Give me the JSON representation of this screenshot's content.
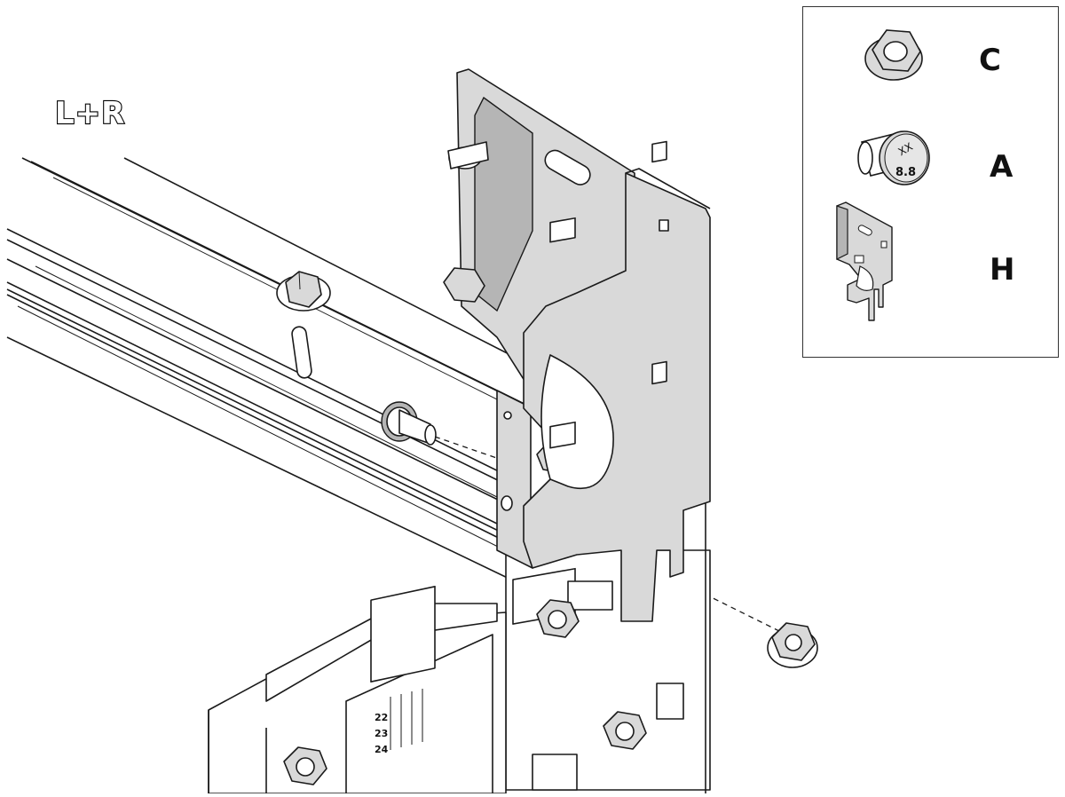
{
  "assembly_label": "L+R",
  "legend": {
    "items": [
      {
        "letter": "C",
        "icon": "flange-nut-icon"
      },
      {
        "letter": "A",
        "icon": "bolt-icon",
        "head_marking_top": "XX",
        "head_marking_bottom": "8.8"
      },
      {
        "letter": "H",
        "icon": "bracket-icon"
      }
    ]
  },
  "beam_label_numbers": [
    "22",
    "23",
    "24"
  ],
  "colors": {
    "line": "#1a1a1a",
    "part_fill": "#d9d9d9",
    "part_dark": "#b3b3b3",
    "bg": "#ffffff"
  }
}
